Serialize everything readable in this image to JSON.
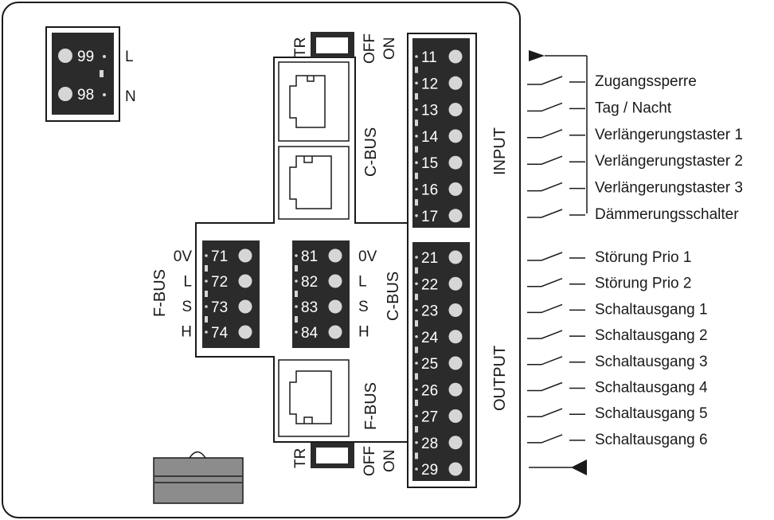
{
  "power": {
    "terminals": [
      "99",
      "98"
    ],
    "labels": [
      "L",
      "N"
    ]
  },
  "dip_top": {
    "tr": "TR",
    "off": "OFF",
    "on": "ON"
  },
  "dip_bottom": {
    "tr": "TR",
    "off": "OFF",
    "on": "ON"
  },
  "cbus_ports_label": "C-BUS",
  "fbus_port_label": "F-BUS",
  "fbus_block": {
    "title": "F-BUS",
    "terminals": [
      "71",
      "72",
      "73",
      "74"
    ],
    "labels": [
      "0V",
      "L",
      "S",
      "H"
    ]
  },
  "cbus_block": {
    "title": "C-BUS",
    "terminals": [
      "81",
      "82",
      "83",
      "84"
    ],
    "labels": [
      "0V",
      "L",
      "S",
      "H"
    ]
  },
  "input_block": {
    "title": "INPUT",
    "terminals": [
      "11",
      "12",
      "13",
      "14",
      "15",
      "16",
      "17"
    ],
    "labels": [
      "Zugangssperre",
      "Tag / Nacht",
      "Verlängerungstaster 1",
      "Verlängerungstaster 2",
      "Verlängerungstaster 3",
      "Dämmerungsschalter"
    ]
  },
  "output_block": {
    "title": "OUTPUT",
    "terminals": [
      "21",
      "22",
      "23",
      "24",
      "25",
      "26",
      "27",
      "28",
      "29"
    ],
    "labels": [
      "Störung Prio 1",
      "Störung Prio 2",
      "Schaltausgang 1",
      "Schaltausgang 2",
      "Schaltausgang 3",
      "Schaltausgang 4",
      "Schaltausgang 5",
      "Schaltausgang 6"
    ]
  },
  "colors": {
    "terminal_fill": "#2b2b2b",
    "outline": "#1a1a1a",
    "screw": "#d6d6d6",
    "plug": "#8c8c8c"
  }
}
